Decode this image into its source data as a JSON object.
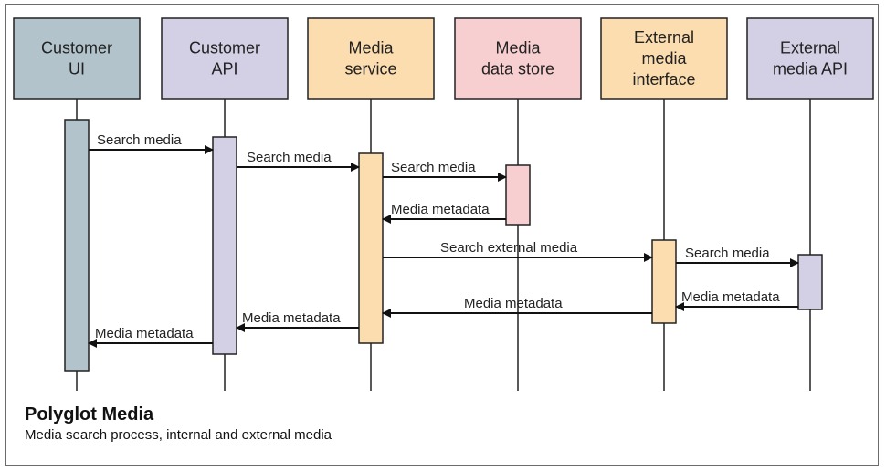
{
  "diagram": {
    "participants": [
      {
        "id": "customer-ui",
        "lines": [
          "Customer",
          "UI"
        ],
        "color": "#b2c3cc"
      },
      {
        "id": "customer-api",
        "lines": [
          "Customer",
          "API"
        ],
        "color": "#d3d0e5"
      },
      {
        "id": "media-service",
        "lines": [
          "Media",
          "service"
        ],
        "color": "#fbddb0"
      },
      {
        "id": "media-data-store",
        "lines": [
          "Media",
          "data store"
        ],
        "color": "#f8cfd0"
      },
      {
        "id": "external-media-interface",
        "lines": [
          "External",
          "media",
          "interface"
        ],
        "color": "#fbddb0"
      },
      {
        "id": "external-media-api",
        "lines": [
          "External",
          "media API"
        ],
        "color": "#d3d0e5"
      }
    ],
    "messages": [
      {
        "from": "customer-ui",
        "to": "customer-api",
        "label": "Search media"
      },
      {
        "from": "customer-api",
        "to": "media-service",
        "label": "Search media"
      },
      {
        "from": "media-service",
        "to": "media-data-store",
        "label": "Search media"
      },
      {
        "from": "media-data-store",
        "to": "media-service",
        "label": "Media metadata"
      },
      {
        "from": "media-service",
        "to": "external-media-interface",
        "label": "Search external media"
      },
      {
        "from": "external-media-interface",
        "to": "external-media-api",
        "label": "Search media"
      },
      {
        "from": "external-media-api",
        "to": "external-media-interface",
        "label": "Media metadata"
      },
      {
        "from": "external-media-interface",
        "to": "media-service",
        "label": "Media metadata"
      },
      {
        "from": "media-service",
        "to": "customer-api",
        "label": "Media metadata"
      },
      {
        "from": "customer-api",
        "to": "customer-ui",
        "label": "Media metadata"
      }
    ]
  },
  "caption": {
    "title": "Polyglot Media",
    "subtitle": "Media search process, internal and external media"
  }
}
